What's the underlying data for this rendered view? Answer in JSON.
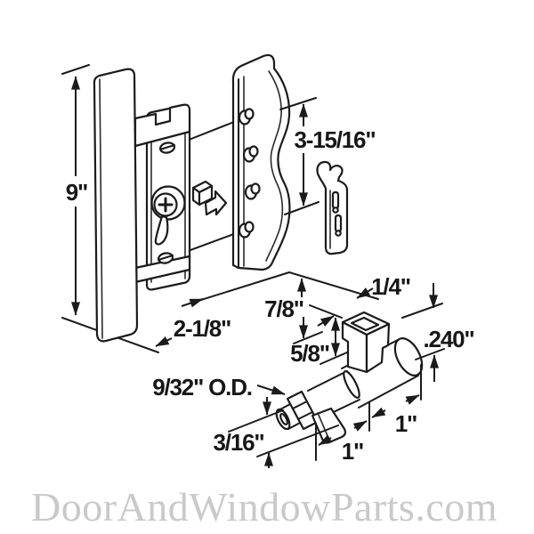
{
  "watermark": {
    "text": "DoorAndWindowParts.com",
    "color": "#c9c9c9"
  },
  "drawing": {
    "line_color": "#1b1b1b",
    "background": "#ffffff"
  },
  "dimensions": {
    "handle_height": "9\"",
    "hole_spacing": "3-15/16\"",
    "base_width": "2-1/8\"",
    "post_top_width": "1/4\"",
    "post_height": "7/8\"",
    "post_upper_height": "5/8\"",
    "cylinder_diameter": ".240\"",
    "shaft_od": "9/32\" O.D.",
    "end_offset": "3/16\"",
    "segment_left": "1\"",
    "segment_right": "1\""
  }
}
